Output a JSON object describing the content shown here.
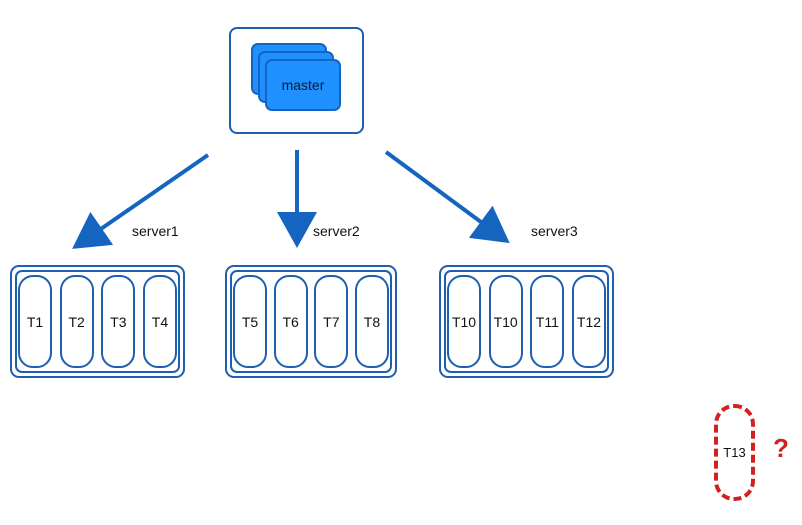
{
  "master": {
    "label": "master"
  },
  "servers": [
    {
      "label": "server1",
      "tasks": [
        "T1",
        "T2",
        "T3",
        "T4"
      ]
    },
    {
      "label": "server2",
      "tasks": [
        "T5",
        "T6",
        "T7",
        "T8"
      ]
    },
    {
      "label": "server3",
      "tasks": [
        "T10",
        "T10",
        "T11",
        "T12"
      ]
    }
  ],
  "unassigned": {
    "task": "T13",
    "mark": "?"
  },
  "colors": {
    "stroke": "#1e5fb0",
    "card_fill": "#1e90ff",
    "arrow": "#1565c0",
    "alert": "#d21f1f"
  }
}
